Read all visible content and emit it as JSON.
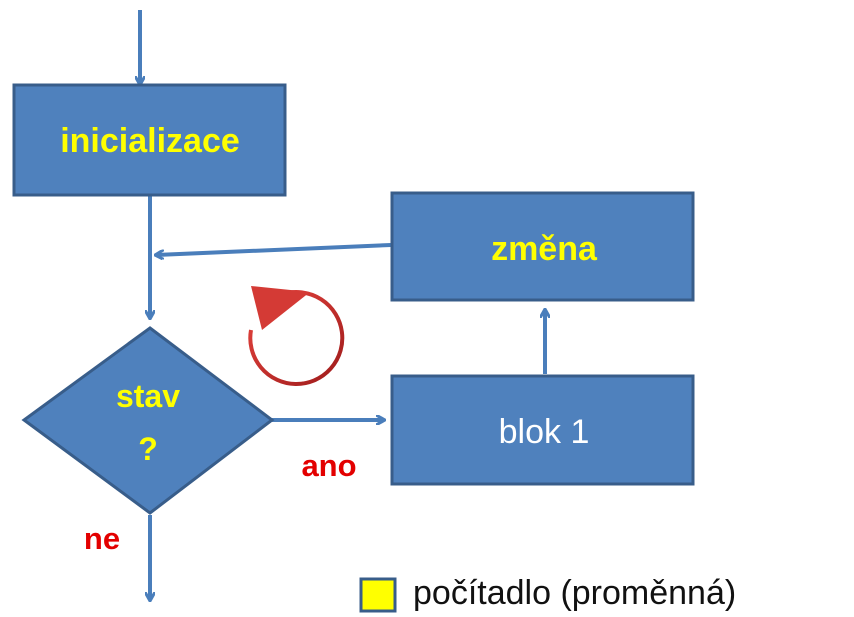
{
  "nodes": {
    "init": {
      "label": "inicializace"
    },
    "change": {
      "label": "změna"
    },
    "condition": {
      "line1": "stav",
      "line2": "?"
    },
    "block": {
      "label": "blok 1"
    }
  },
  "edge_labels": {
    "yes": "ano",
    "no": "ne"
  },
  "legend": {
    "label": "počítadlo (proměnná)"
  },
  "colors": {
    "box_fill": "#4f81bd",
    "box_stroke": "#385d8a",
    "arrow": "#4a7ebb",
    "highlight_text": "#ffff00",
    "white_text": "#ffffff",
    "label_red": "#e30000",
    "loop_icon": "#c0282a",
    "legend_swatch": "#ffff00"
  }
}
